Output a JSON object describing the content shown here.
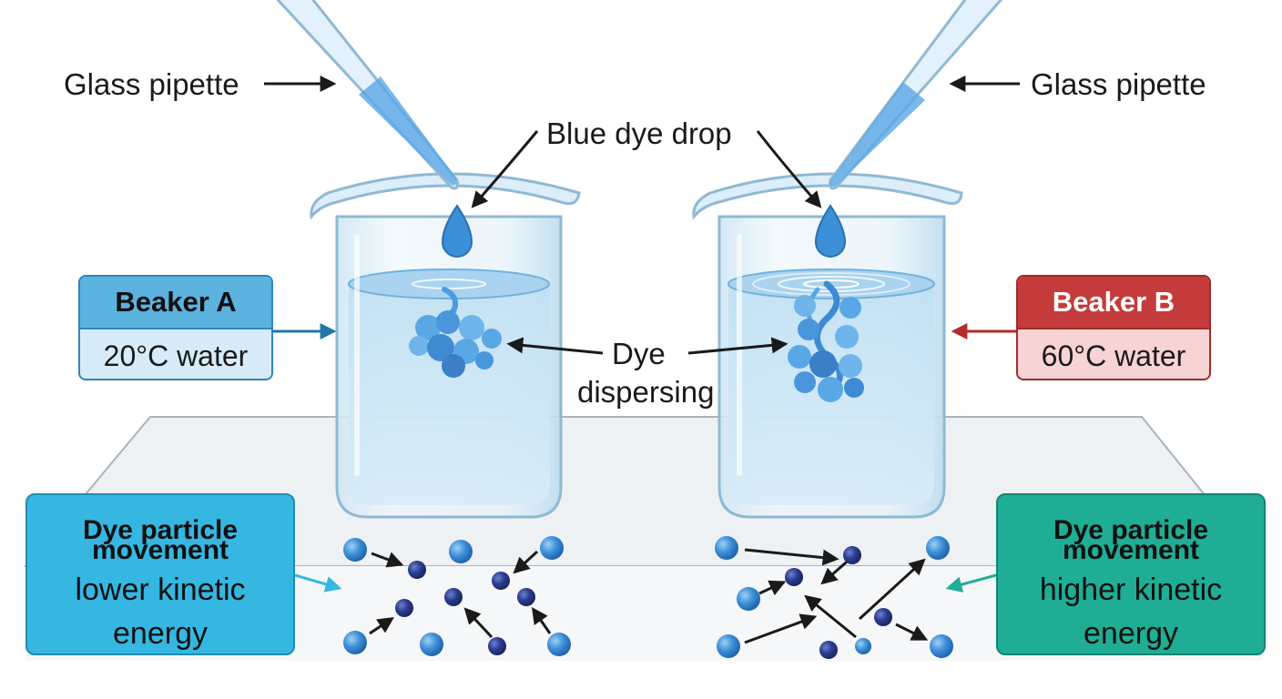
{
  "labels": {
    "pipette_left": "Glass pipette",
    "pipette_right": "Glass pipette",
    "dye_drop": "Blue dye drop",
    "dye_dispersing_1": "Dye",
    "dye_dispersing_2": "dispersing"
  },
  "beaker_a": {
    "title": "Beaker A",
    "temperature": "20°C water"
  },
  "beaker_b": {
    "title": "Beaker B",
    "temperature": "60°C water"
  },
  "movement_a": {
    "title_1": "Dye particle",
    "title_2": "movement",
    "line_1": "lower kinetic",
    "line_2": "energy"
  },
  "movement_b": {
    "title_1": "Dye particle",
    "title_2": "movement",
    "line_1": "higher kinetic",
    "line_2": "energy"
  },
  "colors": {
    "beaker_a_accent": "#5cb3e0",
    "beaker_b_accent": "#c53a3a",
    "movement_a_fill": "#35b7e2",
    "movement_b_fill": "#1fae95",
    "dye_blue": "#3b8fd6",
    "particle_light": "#3d8fd8",
    "particle_dark": "#2a3c8f"
  }
}
